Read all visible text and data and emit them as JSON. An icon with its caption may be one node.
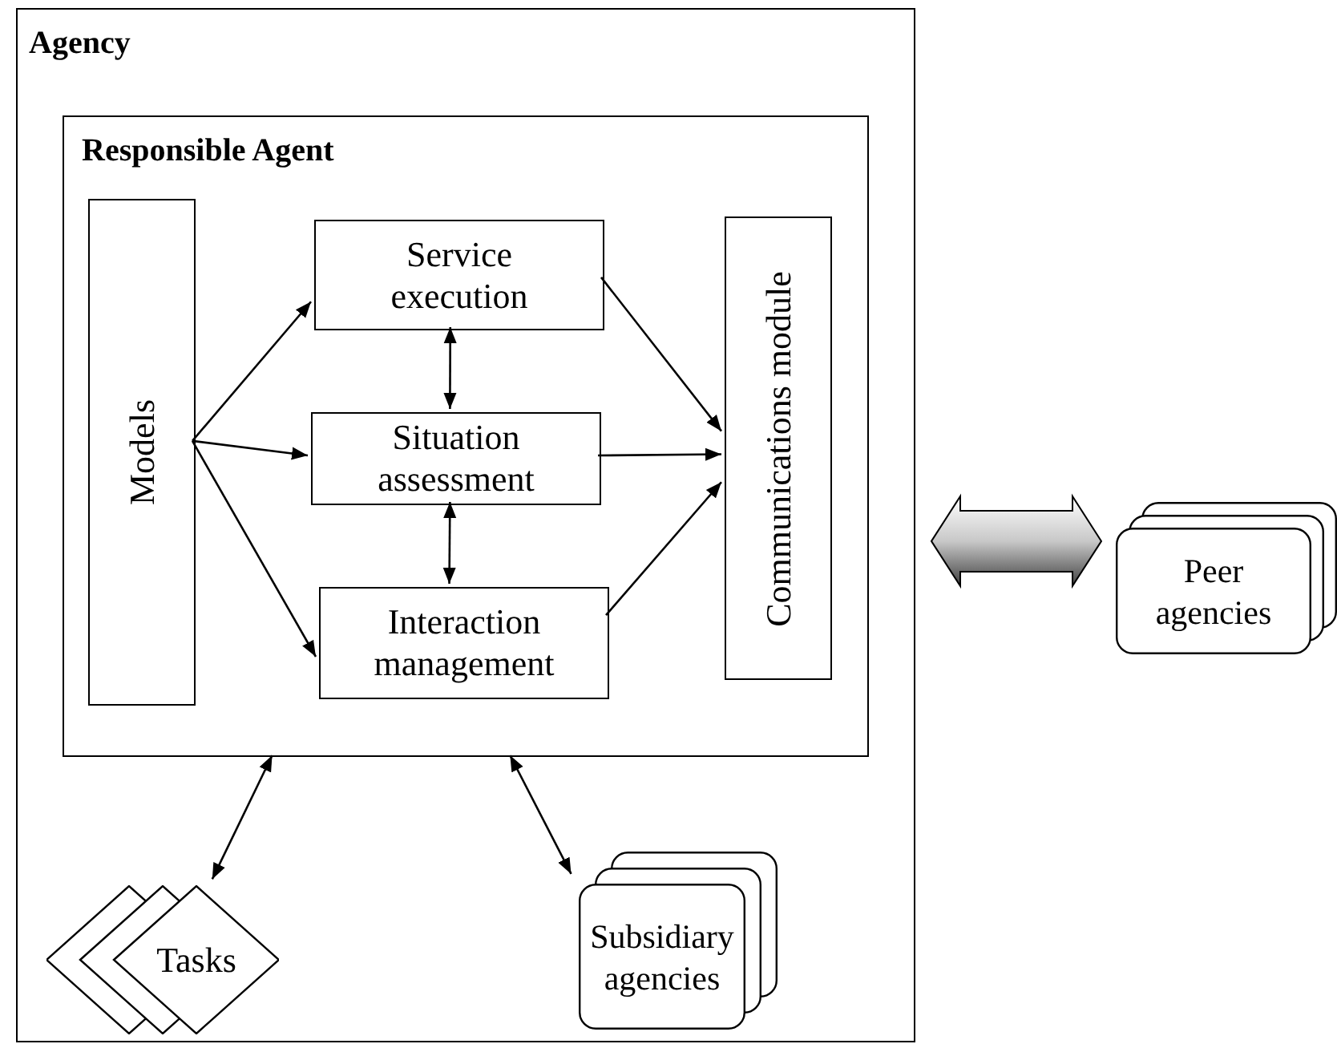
{
  "diagram": {
    "nodes": [
      {
        "text": [
          "Agency"
        ]
      },
      {
        "text": [
          "Responsible Agent"
        ],
        "in": 0
      },
      {
        "text": [
          "Models"
        ],
        "in": 1
      },
      {
        "text": [
          "Service execution"
        ],
        "in": 1
      },
      {
        "text": [
          "Situation assessment"
        ],
        "in": 1
      },
      {
        "text": [
          "Interaction management"
        ],
        "in": 1
      },
      {
        "text": [
          "Communications module"
        ],
        "in": 1
      },
      {
        "text": [
          "Tasks"
        ],
        "in": 0
      },
      {
        "text": [
          "Subsidiary agencies"
        ],
        "in": 0
      },
      {
        "text": [
          "Peer agencies"
        ]
      }
    ],
    "edges": [
      {
        "from": 2,
        "to": 3,
        "arrow": "to"
      },
      {
        "from": 2,
        "to": 4,
        "arrow": "to"
      },
      {
        "from": 2,
        "to": 5,
        "arrow": "to"
      },
      {
        "from": 3,
        "to": 4,
        "arrow": "both"
      },
      {
        "from": 4,
        "to": 5,
        "arrow": "both"
      },
      {
        "from": 3,
        "to": 6,
        "arrow": "to"
      },
      {
        "from": 4,
        "to": 6,
        "arrow": "to"
      },
      {
        "from": 5,
        "to": 6,
        "arrow": "to"
      },
      {
        "from": 1,
        "to": 7,
        "arrow": "both"
      },
      {
        "from": 1,
        "to": 8,
        "arrow": "both"
      },
      {
        "from": 0,
        "to": 9,
        "arrow": "both",
        "style": "thick",
        "color": "#c8c8c8"
      }
    ]
  }
}
